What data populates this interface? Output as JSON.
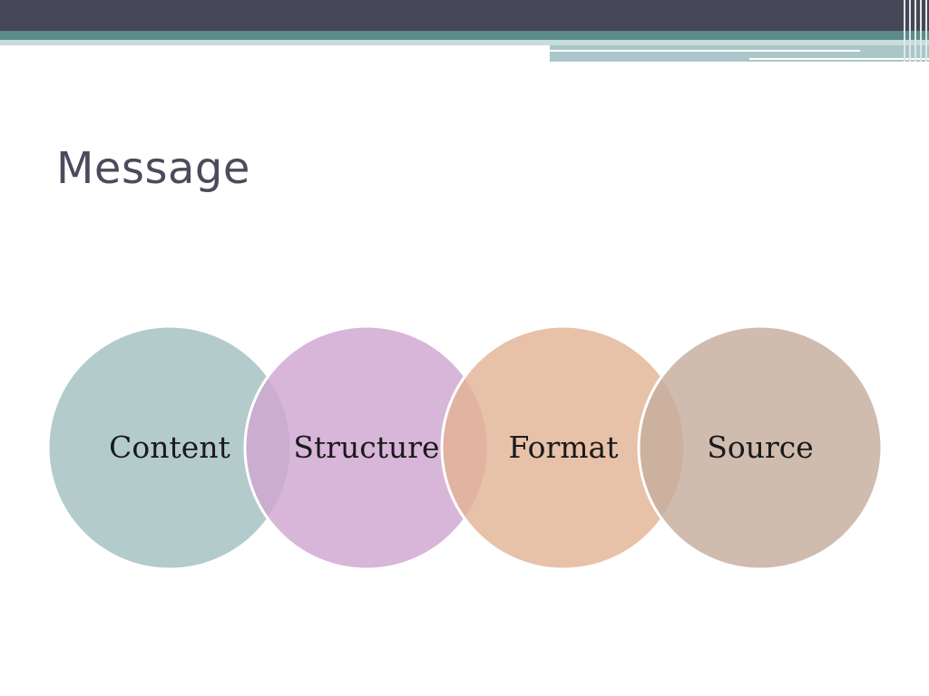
{
  "slide": {
    "title": "Message"
  },
  "theme": {
    "header_dark": "#464657",
    "header_teal": "#5b8c8a",
    "background": "#ffffff"
  },
  "diagram": {
    "type": "overlapping-circles",
    "circles": [
      {
        "label": "Content",
        "color": "#a3bfc0"
      },
      {
        "label": "Structure",
        "color": "#cfa6d1"
      },
      {
        "label": "Format",
        "color": "#e2b395"
      },
      {
        "label": "Source",
        "color": "#c6ad9d"
      }
    ]
  }
}
